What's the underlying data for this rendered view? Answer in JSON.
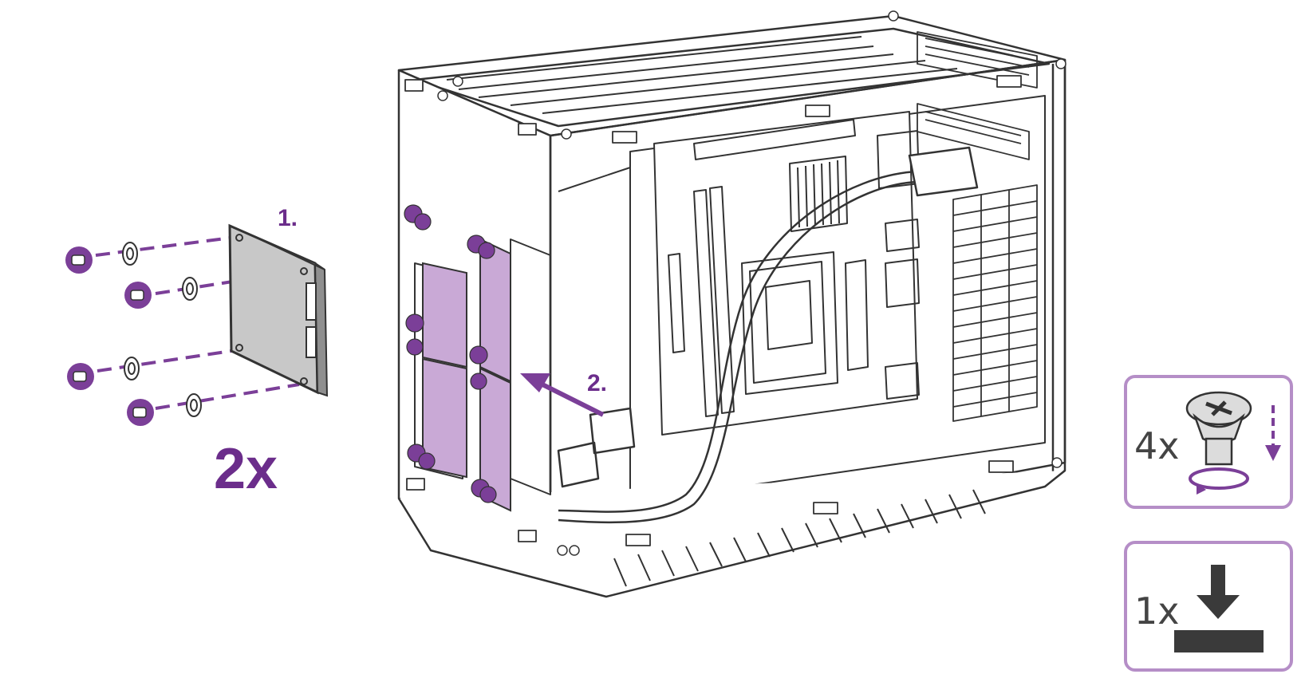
{
  "colors": {
    "accent": "#7b3f98",
    "accent_light": "#c9a9d6",
    "line": "#333333",
    "light_line": "#9a9a9a",
    "drive_fill": "#c8c8c8",
    "tool_box_border": "#b58ec7",
    "dark_fill": "#3a3a3a"
  },
  "steps": {
    "step1_label": "1.",
    "step2_label": "2."
  },
  "multiplier": "2x",
  "legend": {
    "screws": {
      "count": "4x",
      "icon": "screw-icon"
    },
    "mount": {
      "count": "1x",
      "icon": "install-down-arrow-icon"
    }
  }
}
